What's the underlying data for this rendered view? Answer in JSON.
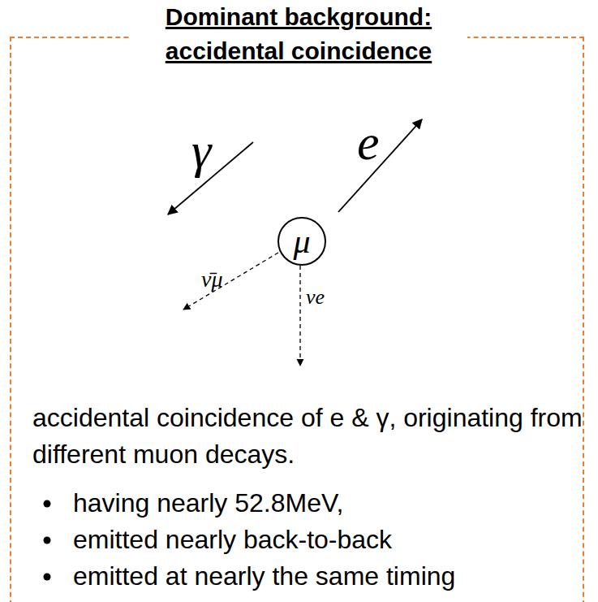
{
  "diagram": {
    "title": "Dominant background: accidental coincidence",
    "nodes": [
      {
        "text": [
          "Dominant background: accidental coincidence",
          "accidental coincidence of e & γ, originating from different muon decays."
        ]
      },
      {
        "text": [
          "μ"
        ],
        "in": 0
      }
    ],
    "labels": [
      "γ",
      "e",
      "ν̄μ",
      "νe",
      "having nearly 52.8MeV,",
      "emitted nearly back-to-back",
      "emitted at nearly the same timing"
    ]
  }
}
